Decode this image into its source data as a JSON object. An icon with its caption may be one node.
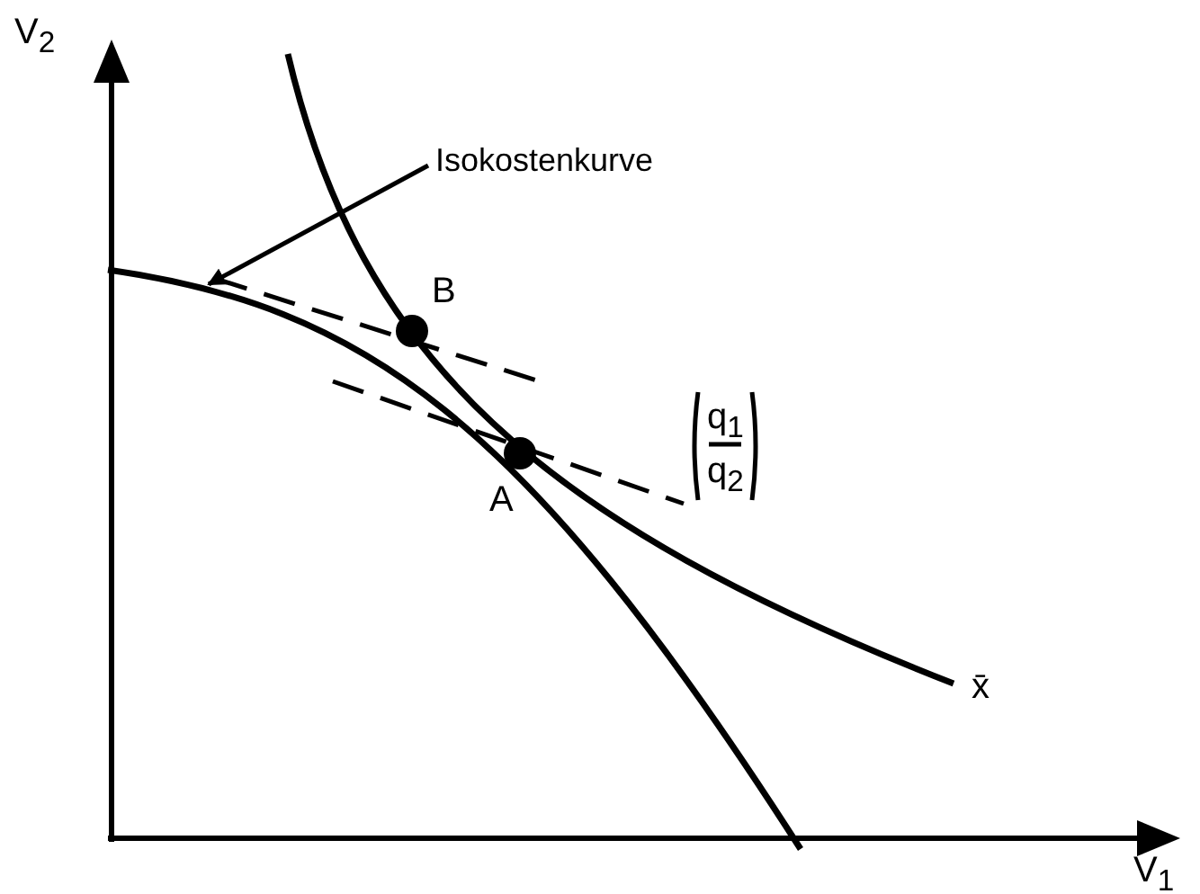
{
  "diagram": {
    "nodes": [
      {
        "text": [
          "Isokostenkurve"
        ]
      },
      {
        "text": [],
        "shape": "curve"
      }
    ],
    "edges": [
      {
        "from": 0,
        "to": 1,
        "arrow": "to"
      }
    ],
    "labels": [
      "V$_{2}$",
      "B",
      "A",
      "q$_{1}$",
      "q$_{2}$",
      "x̄",
      "V$_{1}$"
    ]
  }
}
